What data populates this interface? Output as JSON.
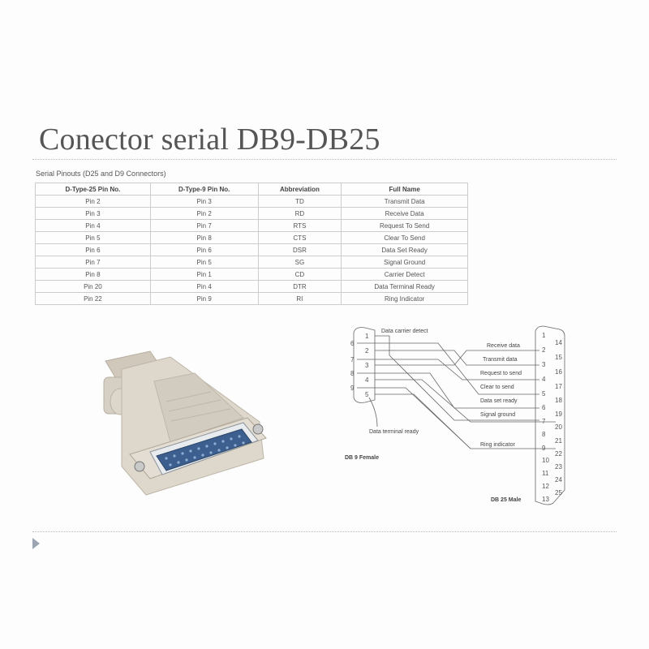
{
  "slide": {
    "title": "Conector serial DB9-DB25"
  },
  "table": {
    "caption": "Serial Pinouts (D25 and D9 Connectors)",
    "headers": [
      "D-Type-25 Pin No.",
      "D-Type-9 Pin No.",
      "Abbreviation",
      "Full Name"
    ],
    "rows": [
      [
        "Pin 2",
        "Pin 3",
        "TD",
        "Transmit Data"
      ],
      [
        "Pin 3",
        "Pin 2",
        "RD",
        "Receive Data"
      ],
      [
        "Pin 4",
        "Pin 7",
        "RTS",
        "Request To Send"
      ],
      [
        "Pin 5",
        "Pin 8",
        "CTS",
        "Clear To Send"
      ],
      [
        "Pin 6",
        "Pin 6",
        "DSR",
        "Data Set Ready"
      ],
      [
        "Pin 7",
        "Pin 5",
        "SG",
        "Signal Ground"
      ],
      [
        "Pin 8",
        "Pin 1",
        "CD",
        "Carrier Detect"
      ],
      [
        "Pin 20",
        "Pin 4",
        "DTR",
        "Data Terminal Ready"
      ],
      [
        "Pin 22",
        "Pin 9",
        "RI",
        "Ring Indicator"
      ]
    ]
  },
  "diagram": {
    "db9_label": "DB 9 Female",
    "db25_label": "DB 25 Male",
    "db9_pins_top": [
      "1",
      "2",
      "3",
      "4",
      "5"
    ],
    "db9_pins_bottom": [
      "6",
      "7",
      "8",
      "9"
    ],
    "db25_pins_top": [
      "1",
      "2",
      "3",
      "4",
      "5",
      "6",
      "7",
      "8",
      "9",
      "10",
      "11",
      "12",
      "13"
    ],
    "db25_pins_bottom": [
      "14",
      "15",
      "16",
      "17",
      "18",
      "19",
      "20",
      "21",
      "22",
      "23",
      "24",
      "25"
    ],
    "signals": {
      "data_carrier_detect": "Data carrier detect",
      "receive_data": "Receive data",
      "transmit_data": "Transmit data",
      "request_to_send": "Request to send",
      "clear_to_send": "Clear to send",
      "data_set_ready": "Data set ready",
      "signal_ground": "Signal ground",
      "ring_indicator": "Ring indicator",
      "data_terminal_ready": "Data terminal ready"
    }
  },
  "photo": {
    "description": "DB9 to DB25 adapter"
  },
  "colors": {
    "title": "#555555",
    "adapter_body": "#d9d3c8",
    "pin_block": "#3c5f8f",
    "nav_arrow": "#9aa5b1"
  }
}
